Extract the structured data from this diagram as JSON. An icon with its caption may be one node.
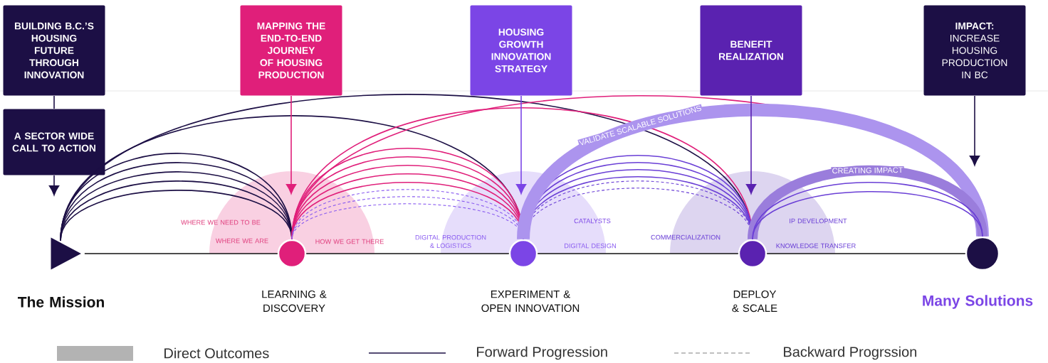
{
  "diagram": {
    "nodes": [
      {
        "text": [
          "BUILDING B.C.’S HOUSING FUTURE THROUGH INNOVATION"
        ]
      },
      {
        "text": [
          "A SECTOR WIDE CALL TO ACTION"
        ]
      },
      {
        "text": [
          "MAPPING THE END-TO-END JOURNEY OF HOUSING PRODUCTION"
        ]
      },
      {
        "text": [
          "HOUSING GROWTH INNOVATION STRATEGY"
        ]
      },
      {
        "text": [
          "BENEFIT REALIZATION"
        ]
      },
      {
        "text": [
          "**IMPACT:** INCREASE HOUSING PRODUCTION IN BC"
        ]
      },
      {
        "text": [],
        "shape": "triangle",
        "beside": [
          "The Mission"
        ]
      },
      {
        "text": [],
        "shape": "circle",
        "beside": [
          "LEARNING & DISCOVERY"
        ]
      },
      {
        "text": [],
        "shape": "circle",
        "beside": [
          "EXPERIMENT & OPEN INNOVATION"
        ]
      },
      {
        "text": [],
        "shape": "circle",
        "beside": [
          "DEPLOY & SCALE"
        ]
      },
      {
        "text": [],
        "shape": "circle",
        "beside": [
          "Many Solutions"
        ]
      }
    ],
    "edges": [
      {
        "from": 6,
        "to": 7,
        "arrow": "none",
        "color": "#111111"
      },
      {
        "from": 7,
        "to": 8,
        "arrow": "none",
        "color": "#111111"
      },
      {
        "from": 8,
        "to": 9,
        "arrow": "none",
        "color": "#111111"
      },
      {
        "from": 9,
        "to": 10,
        "arrow": "none",
        "color": "#111111"
      },
      {
        "from": 0,
        "to": 1,
        "arrow": "none",
        "color": "#1c0f45"
      },
      {
        "from": 1,
        "to": null,
        "arrow": "to",
        "color": "#1c0f45"
      },
      {
        "from": 2,
        "to": null,
        "arrow": "to",
        "color": "#e01f7a"
      },
      {
        "from": 3,
        "to": null,
        "arrow": "to",
        "color": "#7b45e6"
      },
      {
        "from": 4,
        "to": null,
        "arrow": "to",
        "color": "#5a22b0"
      },
      {
        "from": 5,
        "to": null,
        "arrow": "to",
        "color": "#1c0f45"
      },
      {
        "from": 6,
        "to": 7,
        "arrow": "none",
        "color": "#1c0f45"
      },
      {
        "from": 6,
        "to": 7,
        "arrow": "none",
        "color": "#1c0f45"
      },
      {
        "from": 6,
        "to": 7,
        "arrow": "none",
        "color": "#1c0f45"
      },
      {
        "from": 6,
        "to": 7,
        "arrow": "none",
        "color": "#1c0f45"
      },
      {
        "from": 6,
        "to": 7,
        "arrow": "none",
        "color": "#1c0f45"
      },
      {
        "from": 6,
        "to": 8,
        "arrow": "none",
        "color": "#1c0f45"
      },
      {
        "from": 6,
        "to": 9,
        "arrow": "none",
        "color": "#1c0f45"
      },
      {
        "from": 7,
        "to": 8,
        "arrow": "none",
        "color": "#e01f7a"
      },
      {
        "from": 7,
        "to": 8,
        "arrow": "none",
        "color": "#e01f7a"
      },
      {
        "from": 7,
        "to": 8,
        "arrow": "none",
        "color": "#e01f7a"
      },
      {
        "from": 7,
        "to": 8,
        "arrow": "none",
        "color": "#e01f7a"
      },
      {
        "from": 7,
        "to": 8,
        "arrow": "none",
        "color": "#e01f7a"
      },
      {
        "from": 7,
        "to": 9,
        "arrow": "none",
        "color": "#e01f7a"
      },
      {
        "from": 7,
        "to": 10,
        "arrow": "none",
        "color": "#e01f7a"
      },
      {
        "from": 8,
        "to": 7,
        "arrow": "none",
        "style": "dashed",
        "color": "#8a5cf0"
      },
      {
        "from": 8,
        "to": 7,
        "arrow": "none",
        "style": "dashed",
        "color": "#8a5cf0"
      },
      {
        "from": 8,
        "to": 7,
        "arrow": "none",
        "style": "dashed",
        "color": "#8a5cf0"
      },
      {
        "from": 8,
        "to": 9,
        "arrow": "none",
        "color": "#6a3fd6"
      },
      {
        "from": 8,
        "to": 9,
        "arrow": "none",
        "color": "#6a3fd6"
      },
      {
        "from": 8,
        "to": 9,
        "arrow": "none",
        "color": "#6a3fd6"
      },
      {
        "from": 8,
        "to": 9,
        "arrow": "none",
        "color": "#6a3fd6"
      },
      {
        "from": 9,
        "to": 8,
        "arrow": "none",
        "style": "dashed",
        "color": "#6a3fd6"
      },
      {
        "from": 9,
        "to": 8,
        "arrow": "none",
        "style": "dashed",
        "color": "#6a3fd6"
      },
      {
        "from": 8,
        "to": 10,
        "arrow": "none",
        "style": "thick",
        "color": "#ac94ee",
        "label": "VALIDATE SCALABLE SOLUTIONS"
      },
      {
        "from": 9,
        "to": 10,
        "arrow": "none",
        "style": "thick",
        "color": "#9a7ddc",
        "label": "CREATING IMPACT"
      },
      {
        "from": 9,
        "to": 10,
        "arrow": "none",
        "color": "#6a3fd6"
      },
      {
        "from": 9,
        "to": 10,
        "arrow": "none",
        "color": "#6a3fd6"
      }
    ],
    "labels": [
      "WHERE WE NEED TO BE",
      "WHERE WE ARE",
      "HOW WE GET THERE",
      "DIGITAL PRODUCTION & LOGISTICS",
      "CATALYSTS",
      "DIGITAL DESIGN",
      "COMMERCIALIZATION",
      "IP DEVELOPMENT",
      "KNOWLEDGE TRANSFER"
    ],
    "legend": [
      {
        "text": "Direct Outcomes",
        "color": "#b3b3b3"
      },
      {
        "text": "Forward Progression"
      },
      {
        "text": "Backward Progrssion"
      }
    ]
  }
}
